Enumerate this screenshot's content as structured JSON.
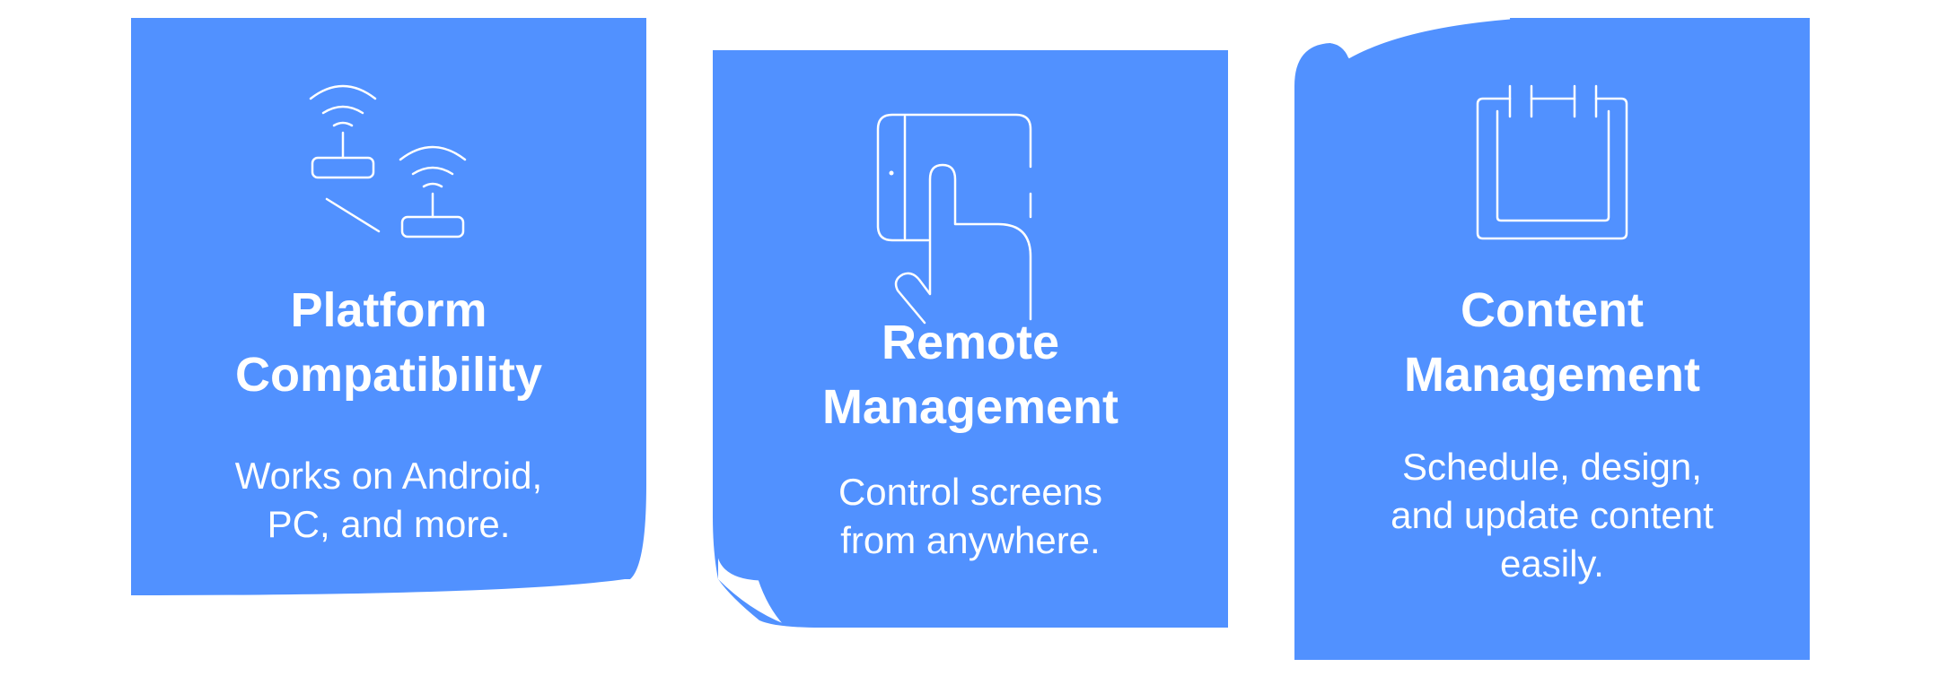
{
  "colors": {
    "card_fill": "#5191FF",
    "card_curl": "#ffffff",
    "text": "#ffffff",
    "background": "#ffffff"
  },
  "cards": [
    {
      "icon": "wifi-devices-icon",
      "title_lines": [
        "Platform",
        "Compatibility"
      ],
      "desc_lines": [
        "Works on Android,",
        "PC, and more."
      ]
    },
    {
      "icon": "tablet-touch-icon",
      "title_lines": [
        "Remote",
        "Management"
      ],
      "desc_lines": [
        "Control screens",
        "from anywhere."
      ]
    },
    {
      "icon": "calendar-icon",
      "title_lines": [
        "Content",
        "Management"
      ],
      "desc_lines": [
        "Schedule, design,",
        "and update content",
        "easily."
      ]
    }
  ]
}
